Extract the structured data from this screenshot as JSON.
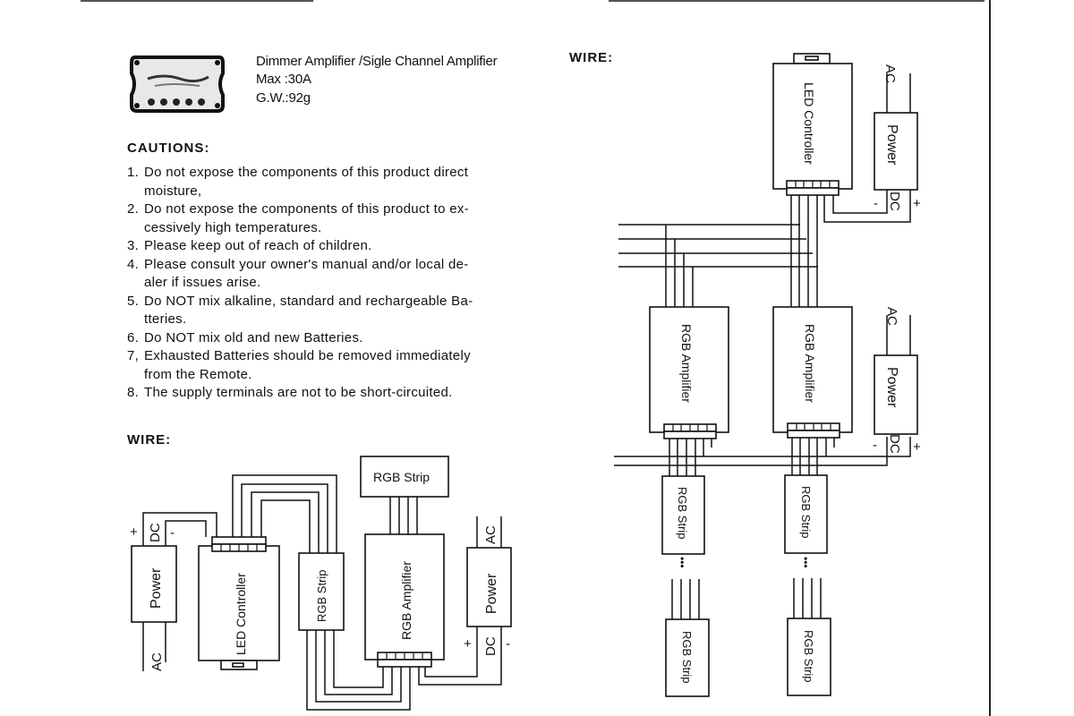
{
  "product": {
    "title": "Dimmer Amplifier /Sigle Channel Amplifier",
    "max": "Max :30A",
    "weight": "G.W.:92g",
    "image_icon": "amplifier-device-photo"
  },
  "cautions": {
    "heading": "CAUTIONS:",
    "items": [
      {
        "num": "1.",
        "lines": [
          "Do not expose the components of this product direct",
          "moisture,"
        ]
      },
      {
        "num": "2.",
        "lines": [
          "Do not expose the components of this product to ex-",
          "cessively  high temperatures."
        ]
      },
      {
        "num": "3.",
        "lines": [
          "Please keep out of reach of children."
        ]
      },
      {
        "num": "4.",
        "lines": [
          "Please consult your owner's manual and/or local de-",
          "aler if  issues arise."
        ]
      },
      {
        "num": "5.",
        "lines": [
          "Do NOT mix alkaline, standard and rechargeable Ba-",
          "tteries."
        ]
      },
      {
        "num": "6.",
        "lines": [
          "Do NOT mix old and new Batteries."
        ]
      },
      {
        "num": "7,",
        "lines": [
          "Exhausted Batteries should be removed immediately",
          "from the  Remote."
        ]
      },
      {
        "num": "8.",
        "lines": [
          "The supply terminals are not to be short-circuited."
        ]
      }
    ]
  },
  "wire_left": {
    "heading": "WIRE:",
    "power_left": {
      "label": "Power",
      "dc": "DC",
      "ac": "AC",
      "plus": "+",
      "minus": "-"
    },
    "led_controller": "LED Controller",
    "rgb_strip_side": "RGB Strip",
    "rgb_strip_top": "RGB Strip",
    "rgb_amplifier": "RGB Amplifier",
    "power_right": {
      "label": "Power",
      "dc": "DC",
      "ac": "AC",
      "plus": "+",
      "minus": "-"
    }
  },
  "wire_right": {
    "heading": "WIRE:",
    "led_controller": "LED Controller",
    "power_top": {
      "label": "Power",
      "dc": "DC",
      "ac": "AC",
      "plus": "+",
      "minus": "-"
    },
    "amp1": "RGB Amplifier",
    "amp2": "RGB Amplifier",
    "power_mid": {
      "label": "Power",
      "dc": "DC",
      "ac": "AC",
      "plus": "+",
      "minus": "-"
    },
    "strip1a": "RGB Strip",
    "strip2a": "RGB Strip",
    "strip1b": "RGB Strip",
    "strip2b": "RGB Strip",
    "ellipsis": "•••"
  }
}
